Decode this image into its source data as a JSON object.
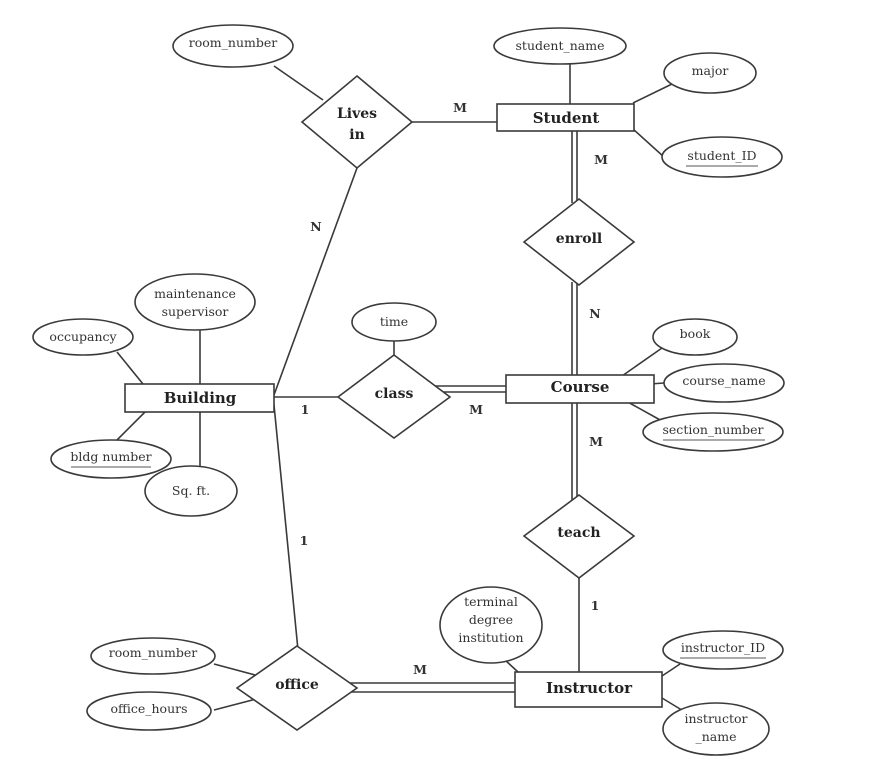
{
  "entities": {
    "student": "Student",
    "building": "Building",
    "course": "Course",
    "instructor": "Instructor"
  },
  "relationships": {
    "lives_in_1": "Lives",
    "lives_in_2": "in",
    "enroll": "enroll",
    "class": "class",
    "teach": "teach",
    "office": "office"
  },
  "attributes": {
    "lives_room_number": "room_number",
    "student_name": "student_name",
    "major": "major",
    "student_id": "student_ID",
    "maintenance_1": "maintenance",
    "maintenance_2": "supervisor",
    "occupancy": "occupancy",
    "bldg_number": "bldg number",
    "sq_ft": "Sq. ft.",
    "time": "time",
    "book": "book",
    "course_name": "course_name",
    "section_number": "section_number",
    "terminal_1": "terminal",
    "terminal_2": "degree",
    "terminal_3": "institution",
    "instructor_id": "instructor_ID",
    "instructor_name_1": "instructor",
    "instructor_name_2": "_name",
    "office_room_number": "room_number",
    "office_hours": "office_hours"
  },
  "cardinalities": {
    "lives_student": "M",
    "lives_building": "N",
    "enroll_student": "M",
    "enroll_course": "N",
    "class_building": "1",
    "class_course": "M",
    "teach_course": "M",
    "teach_instructor": "1",
    "office_building": "1",
    "office_instructor": "M"
  }
}
